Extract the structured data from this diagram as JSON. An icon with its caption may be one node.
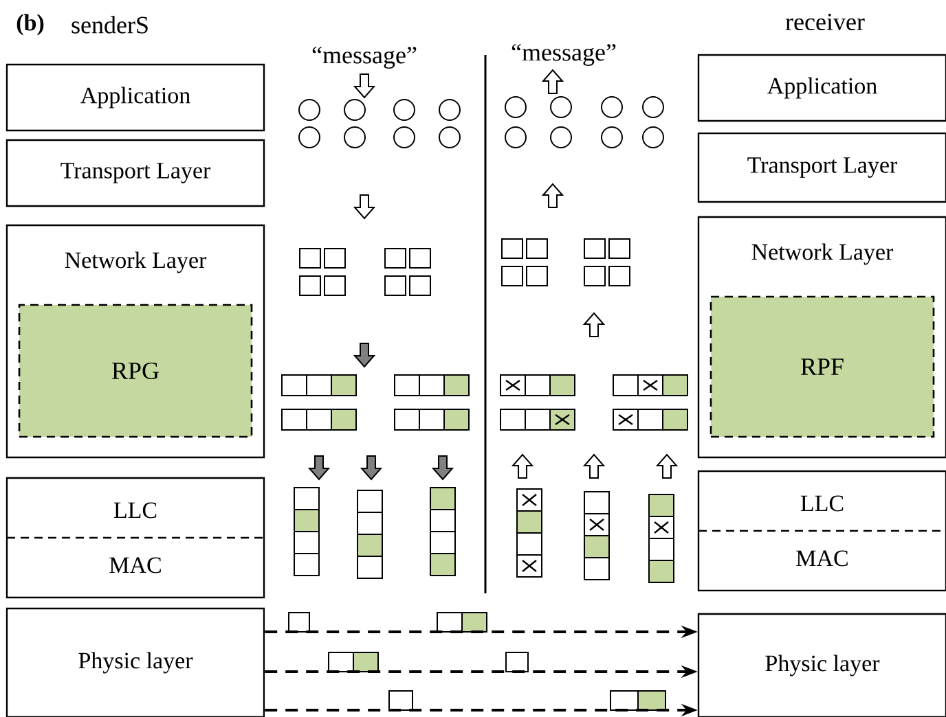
{
  "diagram": {
    "nodes": [
      {
        "text": [
          "Application"
        ]
      },
      {
        "text": [
          "Transport Layer"
        ]
      },
      {
        "text": [
          "Network Layer"
        ]
      },
      {
        "text": [
          "RPG"
        ],
        "in": 2
      },
      {
        "text": [
          "LLC",
          "MAC"
        ]
      },
      {
        "text": [
          "Physic layer"
        ]
      },
      {
        "text": [
          "Application"
        ]
      },
      {
        "text": [
          "Transport Layer"
        ]
      },
      {
        "text": [
          "Network Layer"
        ]
      },
      {
        "text": [
          "RPF"
        ],
        "in": 8
      },
      {
        "text": [
          "LLC",
          "MAC"
        ]
      },
      {
        "text": [
          "Physic layer"
        ]
      }
    ],
    "edges": [
      {
        "from": 5,
        "to": 11,
        "arrow": "to",
        "style": "dashed"
      },
      {
        "from": 5,
        "to": 11,
        "arrow": "to",
        "style": "dashed"
      },
      {
        "from": 5,
        "to": 11,
        "arrow": "to",
        "style": "dashed"
      }
    ],
    "labels": [
      "(b)",
      "senderS",
      "receiver",
      "“message”",
      "“message”"
    ]
  }
}
